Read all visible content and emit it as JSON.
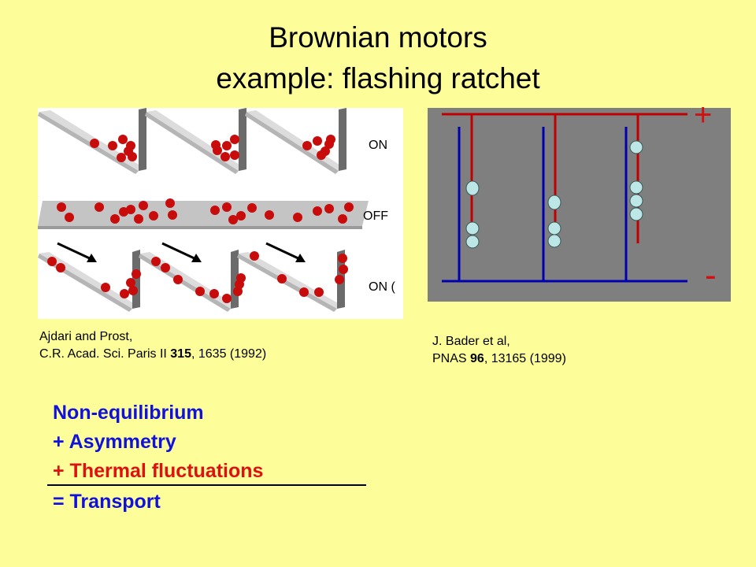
{
  "title": {
    "line1": "Brownian motors",
    "line2": "example: flashing ratchet"
  },
  "ratchet_figure": {
    "label_on_top": "ON",
    "label_off": "OFF",
    "label_on_bottom": "ON (",
    "colors": {
      "surface": "#c4c4c4",
      "wall": "#6b6b6b",
      "particle": "#c80b0b"
    }
  },
  "bader_figure": {
    "plus_label": "+",
    "minus_label": "-",
    "colors": {
      "background": "#7f7f7f",
      "positive_wire": "#c00000",
      "negative_wire": "#0000b0",
      "particle": "#bde6e6"
    }
  },
  "citations": {
    "left": {
      "line1": "Ajdari and Prost,",
      "line2_pre": "C.R. Acad. Sci. Paris II ",
      "line2_bold": "315",
      "line2_post": ", 1635 (1992)"
    },
    "right": {
      "line1": "J. Bader et al,",
      "line2_pre": "PNAS ",
      "line2_bold": "96",
      "line2_post": ", 13165 (1999)"
    }
  },
  "equation": {
    "line1": "Non-equilibrium",
    "line2": "+ Asymmetry",
    "line3": "+ Thermal fluctuations",
    "line4": "= Transport"
  }
}
